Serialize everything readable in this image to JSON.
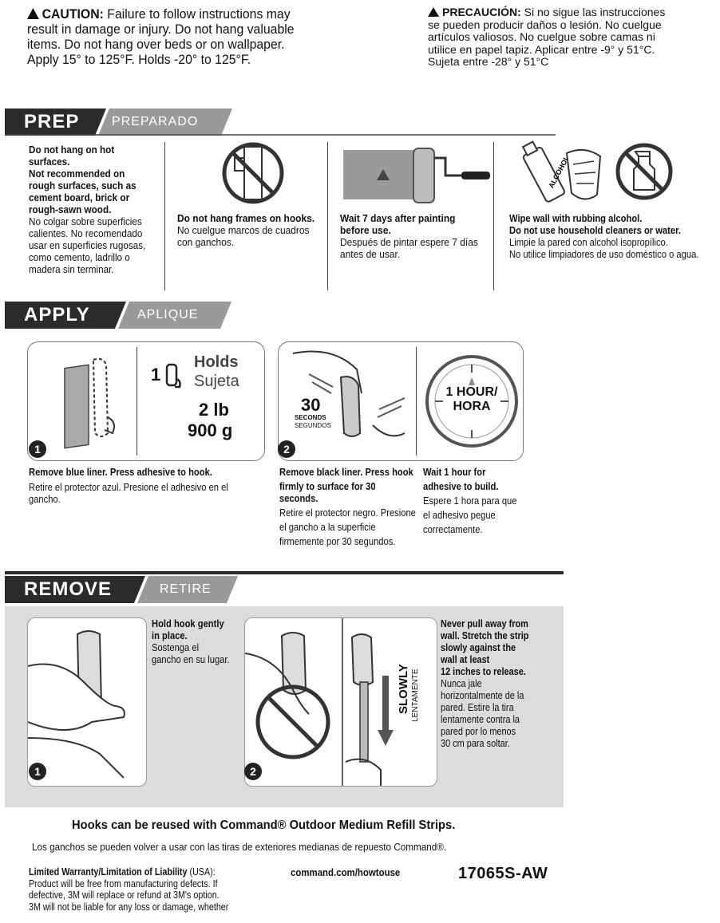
{
  "caution": {
    "en_label": "CAUTION:",
    "en_lines": [
      "Failure to follow instructions may",
      "result in damage or injury. Do not hang valuable",
      "items. Do not hang over beds or on wallpaper.",
      "Apply 15° to 125°F. Holds -20° to 125°F."
    ],
    "es_label": "PRECAUCIÓN:",
    "es_lines": [
      "Si no sigue las instrucciones",
      "se pueden producir daños o lesión. No cuelgue",
      "artículos valiosos. No cuelgue sobre camas ni",
      "utilice en papel tapiz. Aplicar entre -9° y 51°C.",
      "Sujeta entre -28° y 51°C"
    ]
  },
  "prep": {
    "title": "PREP",
    "subtitle": "PREPARADO",
    "col1": {
      "bold": [
        "Do not hang on hot surfaces.",
        "Not recommended on",
        "rough surfaces, such as",
        "cement board, brick or",
        "rough-sawn wood."
      ],
      "es": [
        "No colgar sobre superficies",
        "calientes. No recomendado",
        "usar en superficies rugosas,",
        "como cemento, ladrillo o",
        "madera sin terminar."
      ]
    },
    "col2": {
      "bold": "Do not hang frames on hooks.",
      "es": [
        "No cuelgue marcos de cuadros",
        "con ganchos."
      ]
    },
    "col3": {
      "bold": [
        "Wait 7 days after painting",
        "before use."
      ],
      "es": [
        "Después de pintar espere 7 días",
        "antes de usar."
      ]
    },
    "col4": {
      "bold": [
        "Wipe wall with rubbing alcohol.",
        "Do not use household cleaners or water."
      ],
      "es": [
        "Limpie la pared con alcohol isopropílico.",
        "No utilice limpiadores de uso doméstico o agua."
      ],
      "bottle_label": "ALCOHOL"
    }
  },
  "apply": {
    "title": "APPLY",
    "subtitle": "APLIQUE",
    "box1": {
      "step": "1",
      "count": "1",
      "holds_en": "Holds",
      "holds_es": "Sujeta",
      "weight_lb": "2 lb",
      "weight_g": "900 g"
    },
    "box2": {
      "step": "2",
      "seconds": "30",
      "seconds_en": "SECONDS",
      "seconds_es": "SEGUNDOS",
      "hour_en": "1 HOUR/",
      "hour_es": "HORA"
    },
    "cap1": {
      "bold": "Remove blue liner. Press adhesive to hook.",
      "es": "Retire el protector azul. Presione el adhesivo en el gancho."
    },
    "cap2": {
      "bold": [
        "Remove black liner. Press hook",
        "firmly to surface for 30 seconds."
      ],
      "es": [
        "Retire el protector negro. Presione",
        "el gancho a la superficie",
        "firmemente por 30 segundos."
      ]
    },
    "cap3": {
      "bold": [
        "Wait 1 hour for",
        "adhesive to build."
      ],
      "es": [
        "Espere 1 hora para que",
        "el adhesivo pegue",
        "correctamente."
      ]
    }
  },
  "remove": {
    "title": "REMOVE",
    "subtitle": "RETIRE",
    "step1": {
      "step": "1",
      "bold": [
        "Hold hook gently",
        "in place."
      ],
      "es": [
        "Sostenga el",
        "gancho en su lugar."
      ]
    },
    "step2": {
      "step": "2",
      "slowly_en": "SLOWLY",
      "slowly_es": "LENTAMENTE",
      "bold": [
        "Never pull away from",
        "wall. Stretch the strip",
        "slowly against the",
        "wall at least",
        "12 inches to release."
      ],
      "es": [
        "Nunca jale",
        "horizontalmente de la",
        "pared. Estire la tira",
        "lentamente contra la",
        "pared por lo menos",
        "30 cm para soltar."
      ]
    }
  },
  "footer": {
    "reuse_en": "Hooks can be reused with Command® Outdoor Medium Refill Strips.",
    "reuse_es": "Los ganchos se pueden volver a usar con las tiras de exteriores medianas de repuesto Command®.",
    "warranty_bold": "Limited Warranty/Limitation of Liability",
    "warranty_usa": " (USA):",
    "warranty_lines": [
      "Product will be free from manufacturing defects. If",
      "defective, 3M will replace or refund at 3M's option.",
      "3M will not be liable for any loss or damage, whether"
    ],
    "website": "command.com/howtouse",
    "product_code": "17065S-AW"
  }
}
